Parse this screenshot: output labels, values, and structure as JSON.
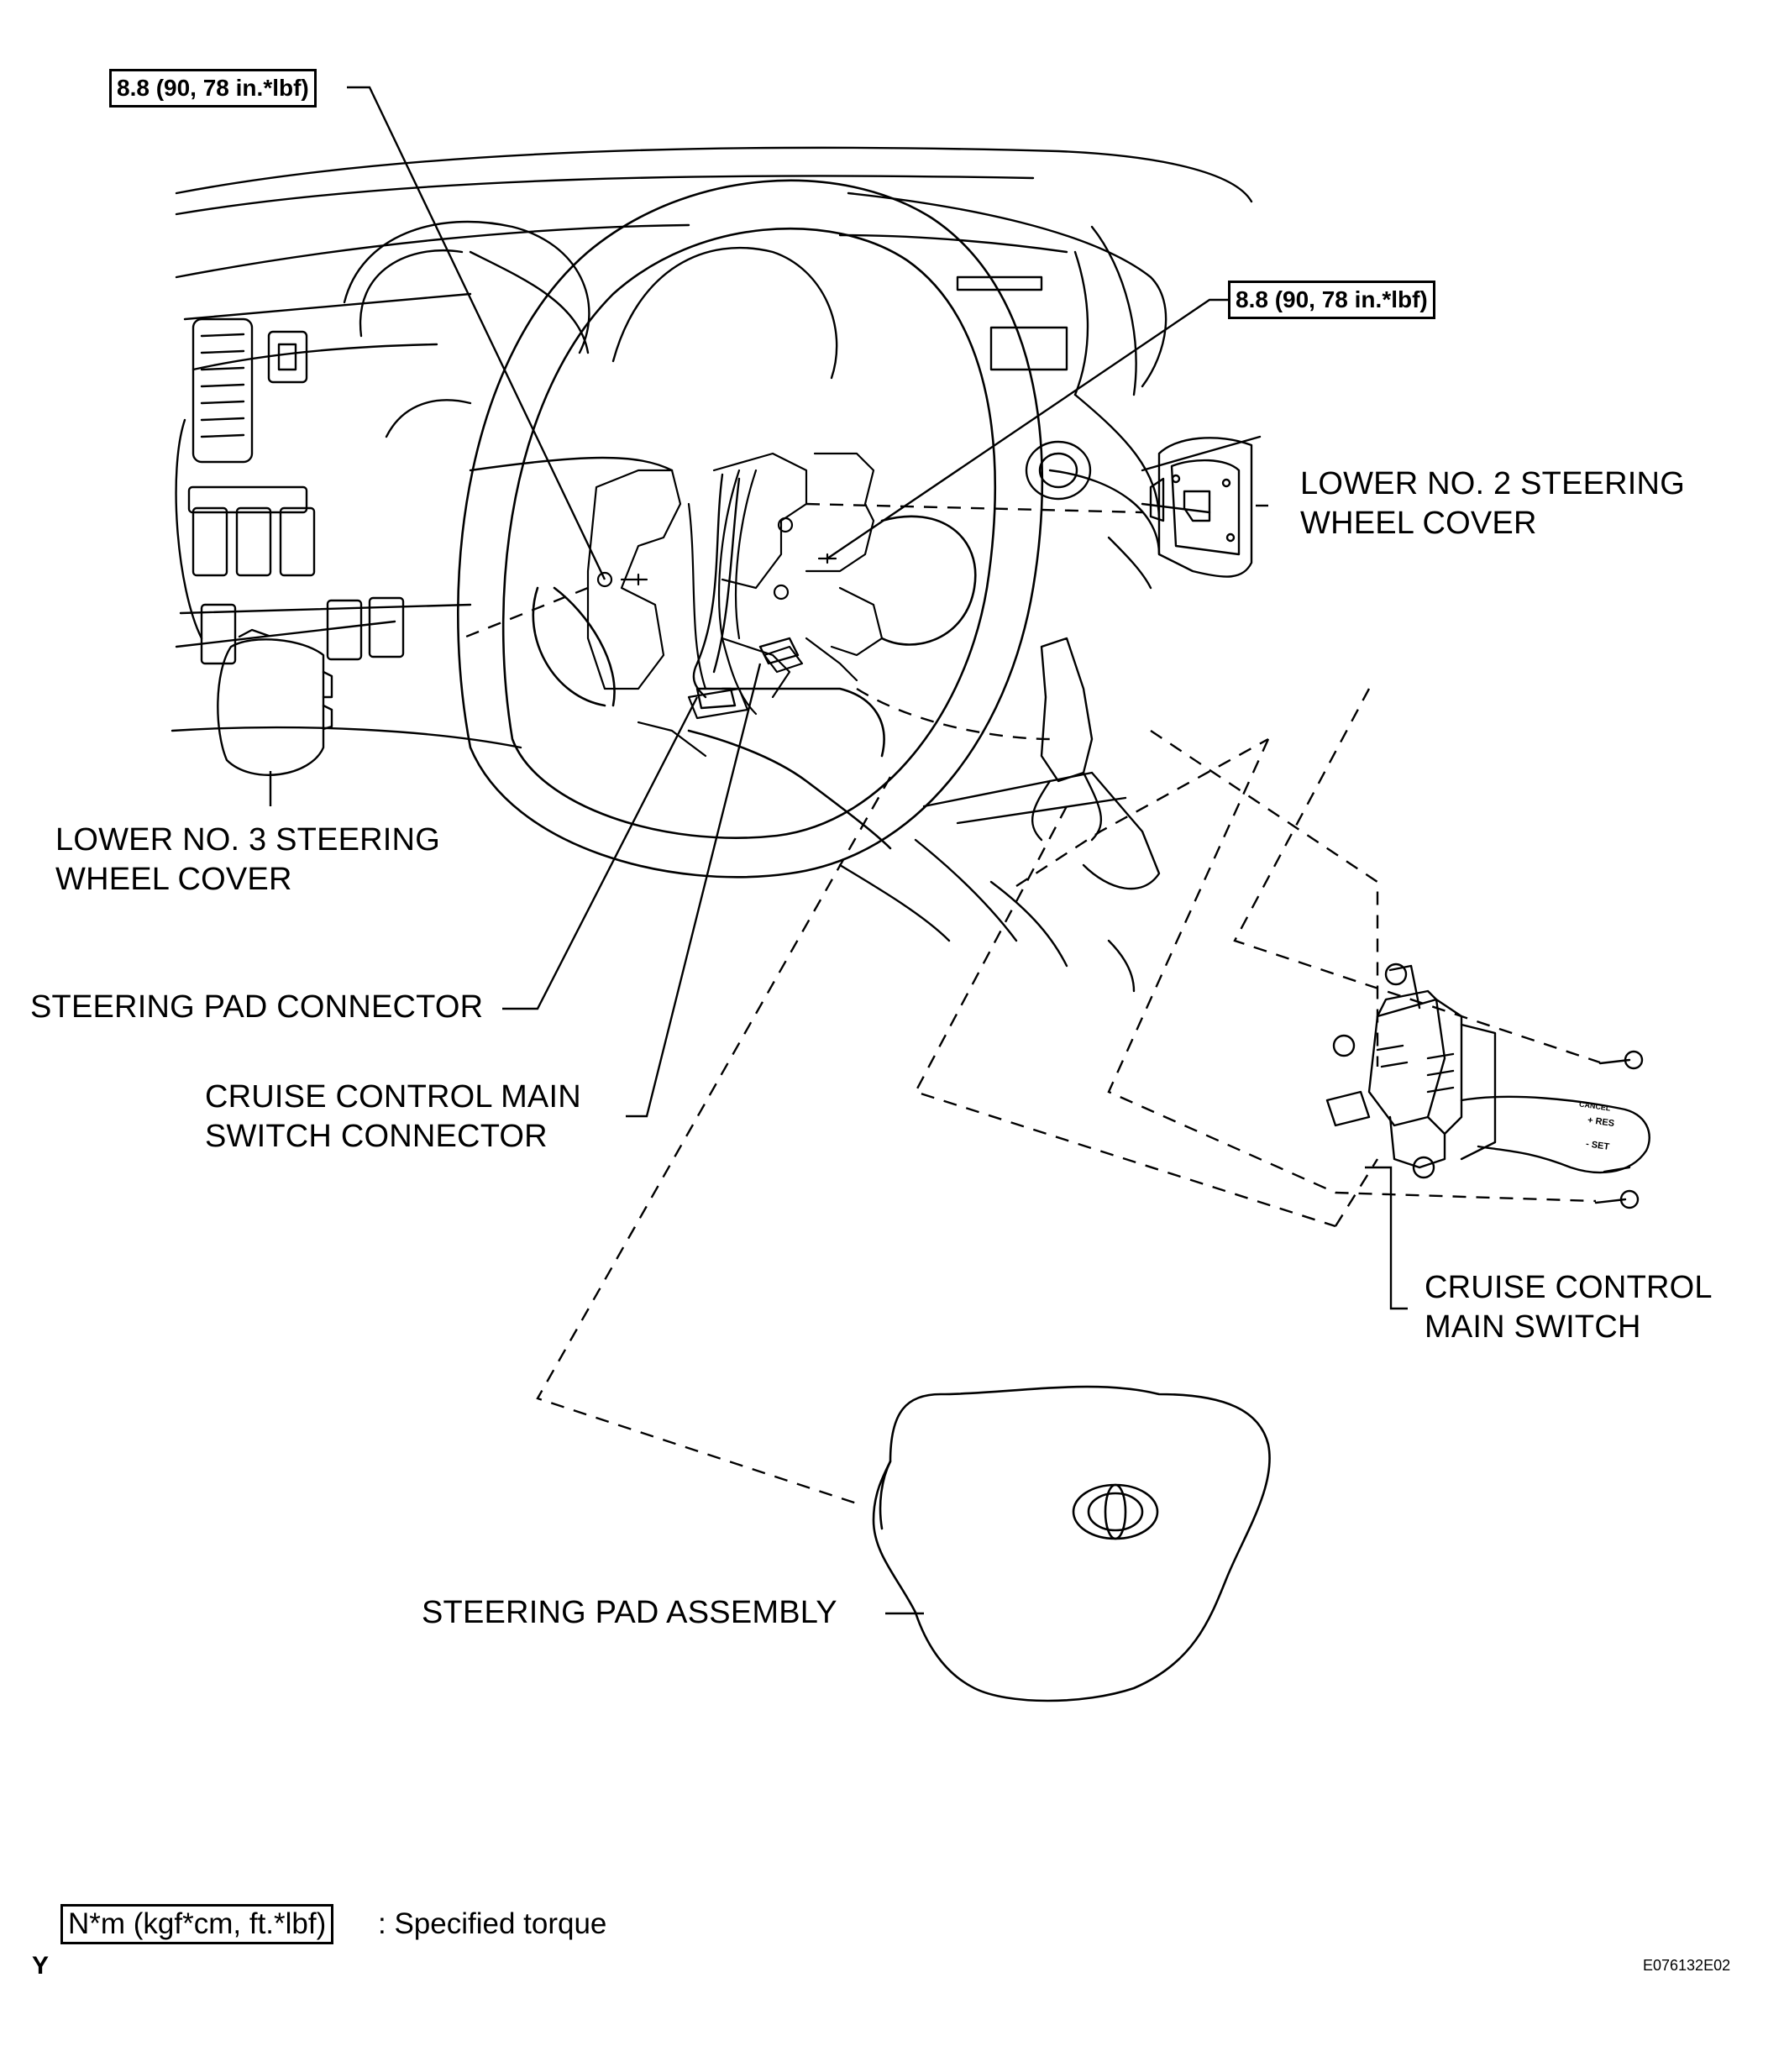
{
  "torque_specs": {
    "top": "8.8 (90, 78 in.*lbf)",
    "right": "8.8 (90, 78 in.*lbf)"
  },
  "labels": {
    "lower_no2_cover": "LOWER NO. 2 STEERING\nWHEEL COVER",
    "lower_no3_cover": "LOWER NO. 3 STEERING\nWHEEL COVER",
    "steering_pad_connector": "STEERING PAD CONNECTOR",
    "cruise_connector": "CRUISE CONTROL MAIN\nSWITCH CONNECTOR",
    "cruise_switch": "CRUISE CONTROL\nMAIN SWITCH",
    "steering_pad_assembly": "STEERING PAD ASSEMBLY"
  },
  "switch_markings": {
    "cancel": "CANCEL",
    "res": "+ RES",
    "set": "- SET"
  },
  "legend": {
    "unit": "N*m (kgf*cm, ft.*lbf)",
    "meaning": ": Specified torque"
  },
  "footer": {
    "corner_letter": "Y",
    "figure_id": "E076132E02"
  }
}
